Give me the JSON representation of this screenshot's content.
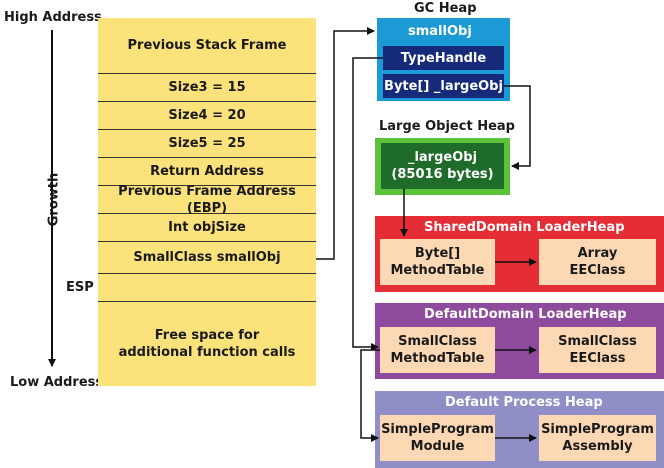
{
  "labels": {
    "high_address": "High Address",
    "low_address": "Low Address",
    "growth": "Growth",
    "esp": "ESP"
  },
  "stack": {
    "previous_stack_frame": "Previous Stack Frame",
    "size3": "Size3 = 15",
    "size4": "Size4 = 20",
    "size5": "Size5 = 25",
    "return_address": "Return Address",
    "previous_frame_address": "Previous Frame Address (EBP)",
    "int_objsize": "Int objSize",
    "smallclass_smallobj": "SmallClass smallObj",
    "free_space": "Free space for additional function calls"
  },
  "gc_heap": {
    "title": "GC Heap",
    "object": "smallObj",
    "type_handle": "TypeHandle",
    "field": "Byte[] _largeObj"
  },
  "large_object_heap": {
    "title": "Large Object Heap",
    "object_name": "_largeObj",
    "object_size": "(85016 bytes)"
  },
  "shared_domain": {
    "title": "SharedDomain LoaderHeap",
    "left_line1": "Byte[]",
    "left_line2": "MethodTable",
    "right_line1": "Array",
    "right_line2": "EEClass"
  },
  "default_domain": {
    "title": "DefaultDomain LoaderHeap",
    "left_line1": "SmallClass",
    "left_line2": "MethodTable",
    "right_line1": "SmallClass",
    "right_line2": "EEClass"
  },
  "process_heap": {
    "title": "Default Process Heap",
    "left_line1": "SimpleProgram",
    "left_line2": "Module",
    "right_line1": "SimpleProgram",
    "right_line2": "Assembly"
  },
  "colors": {
    "stack": "#fbe27a",
    "gc_heap": "#1b9ad6",
    "gc_heap_dark": "#152a78",
    "large_object_heap": "#5cc23a",
    "shared_domain": "#e52d36",
    "default_domain": "#8e4a9c",
    "process_heap": "#8f8ec6",
    "inner_box": "#fcd9b4"
  }
}
